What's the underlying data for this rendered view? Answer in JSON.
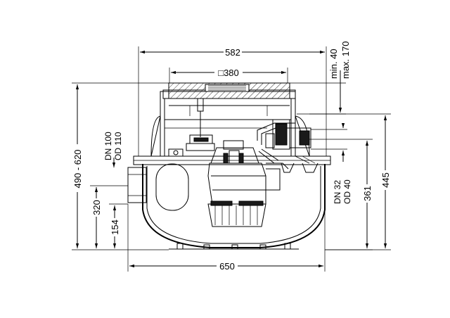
{
  "dimensions": {
    "width_top": "582",
    "cover_square": "□380",
    "min_max": [
      "min. 40",
      "max. 170"
    ],
    "total_height": "490 - 620",
    "inlet_height": "320",
    "bottom_height": "154",
    "inlet_pipe": [
      "DN 100",
      "OD 110"
    ],
    "outlet_pipe": [
      "DN 32",
      "OD 40"
    ],
    "right_height_361": "361",
    "right_height_445": "445",
    "width_bottom": "650"
  }
}
